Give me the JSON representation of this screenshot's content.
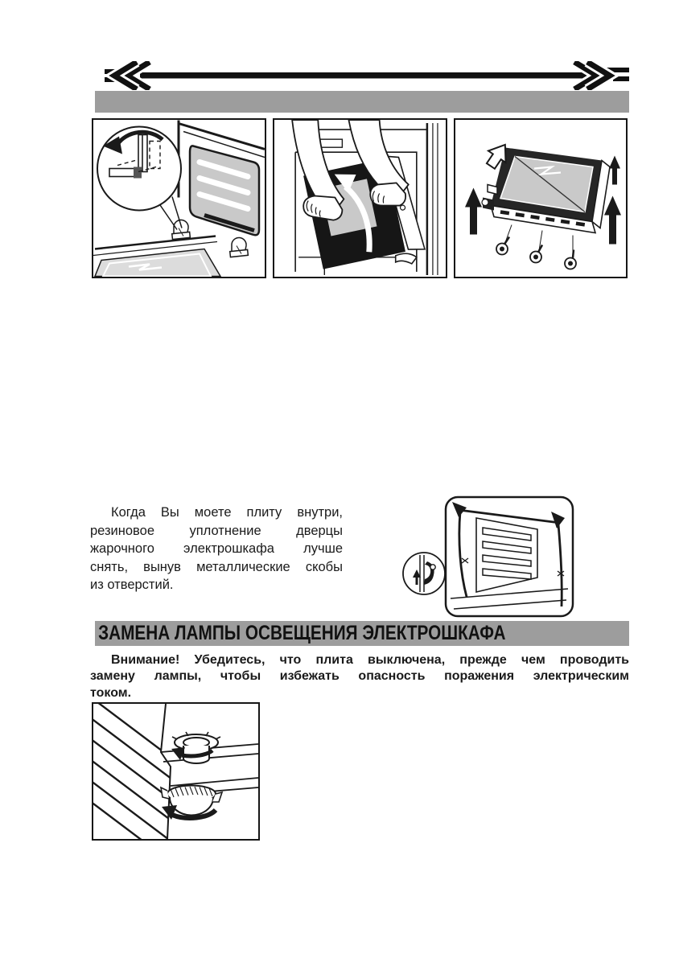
{
  "document": {
    "language": "ru",
    "page_background": "#ffffff",
    "text_color": "#1a1a1a",
    "bar_color": "#9d9d9d",
    "glass_gray": "#c9c9c9"
  },
  "gasket_note": {
    "lines": [
      "Когда Вы моете плиту внутри,",
      "резиновое уплотнение дверцы",
      "жарочного электрошкафа лучше",
      "снять, вынув металлические скобы",
      "из отверстий."
    ]
  },
  "lamp_section": {
    "title": "ЗАМЕНА ЛАМПЫ ОСВЕЩЕНИЯ ЭЛЕКТРОШКАФА",
    "warning_lines": [
      "Внимание!  Убедитесь, что плита выключена, прежде чем проводить",
      "замену лампы, чтобы избежать опасность поражения электрическим",
      "током."
    ]
  },
  "figures": {
    "door_hinge_detail": "door-hinge-unlock-detail",
    "door_lift": "hands-lifting-oven-door",
    "door_screws": "door-glass-panel-screws",
    "gasket_clips": "oven-cavity-gasket-clips",
    "lamp_cover": "lamp-cover-unscrew"
  }
}
